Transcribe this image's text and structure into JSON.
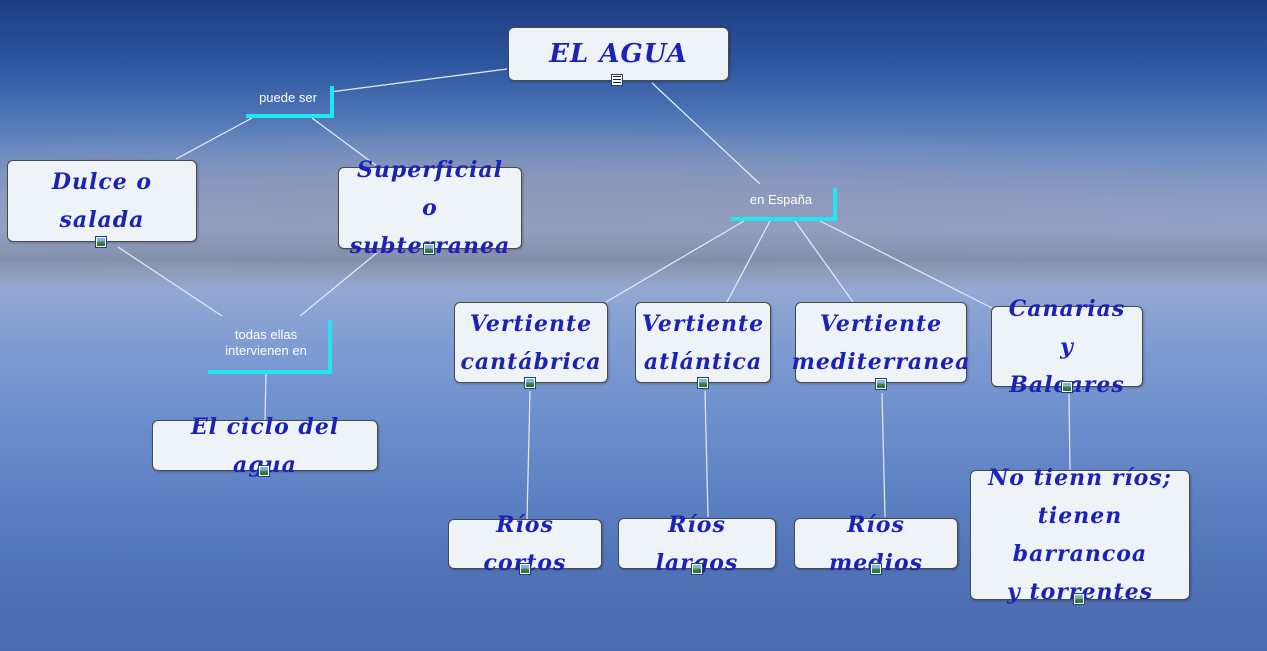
{
  "concepts": {
    "main": "EL AGUA",
    "dulce": [
      "Dulce o",
      "salada"
    ],
    "superficial": [
      "Superficial o",
      "subterranea"
    ],
    "ciclo": "El ciclo del agua",
    "cantabrica": [
      "Vertiente",
      "cantábrica"
    ],
    "atlantica": [
      "Vertiente",
      "atlántica"
    ],
    "mediterranea": [
      "Vertiente",
      "mediterranea"
    ],
    "canarias": [
      "Canarias y",
      "Baleares"
    ],
    "cortos": "Ríos cortos",
    "largos": "Ríos largos",
    "medios": "Ríos medios",
    "norios": [
      "No tienn ríos;",
      "tienen barrancoa",
      "y torrentes"
    ]
  },
  "links": {
    "puede_ser": "puede ser",
    "en_espana": "en España",
    "todas_ellas": [
      "todas ellas",
      "intervienen en"
    ]
  },
  "colors": {
    "concept_text": "#1c22b8",
    "concept_bg": "#eef3f7",
    "bracket": "#20e6f0",
    "link_text": "#ffffff",
    "connector": "#e6ecf5"
  }
}
